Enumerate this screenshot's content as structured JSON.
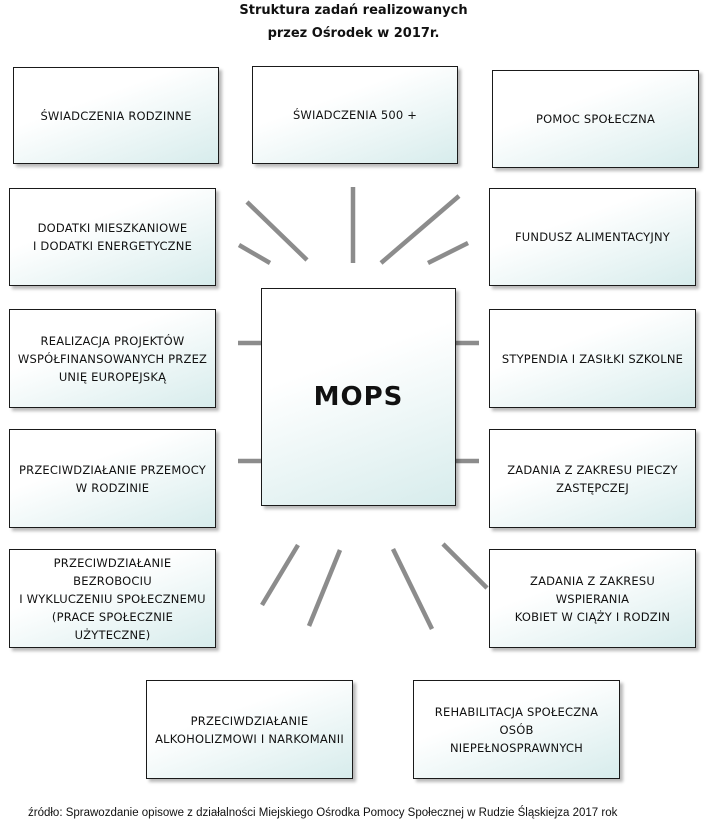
{
  "title": {
    "line1": "Struktura zadań realizowanych",
    "line2": "przez Ośrodek w 2017r."
  },
  "center": "MOPS",
  "boxes": {
    "swiadczenia_rodzinne": "ŚWIADCZENIA RODZINNE",
    "swiadczenia_500": "ŚWIADCZENIA 500 +",
    "pomoc_spoleczna": "POMOC SPOŁECZNA",
    "dodatki": "DODATKI MIESZKANIOWE\nI DODATKI ENERGETYCZNE",
    "fundusz": "FUNDUSZ ALIMENTACYJNY",
    "projekty_ue": "REALIZACJA PROJEKTÓW\nWSPÓŁFINANSOWANYCH PRZEZ\nUNIĘ EUROPEJSKĄ",
    "stypendia": "STYPENDIA I ZASIŁKI SZKOLNE",
    "przemoc": "PRZECIWDZIAŁANIE PRZEMOCY\nW RODZINIE",
    "piecza": "ZADANIA Z ZAKRESU PIECZY\nZASTĘPCZEJ",
    "bezrobocie": "PRZECIWDZIAŁANIE BEZROBOCIU\nI WYKLUCZENIU SPOŁECZNEMU\n(PRACE SPOŁECZNIE UŻYTECZNE)",
    "ciaza": "ZADANIA Z ZAKRESU WSPIERANIA\nKOBIET W CIĄŻY I RODZIN",
    "alkoholizm": "PRZECIWDZIAŁANIE\nALKOHOLIZMOWI I NARKOMANII",
    "rehabilitacja": "REHABILITACJA SPOŁECZNA OSÓB\nNIEPEŁNOSPRAWNYCH"
  },
  "source": "źródło: Sprawozdanie opisowe z działalności Miejskiego Ośrodka Pomocy Społecznej w Rudzie Śląskiejza 2017 rok",
  "colors": {
    "box_gradient_end": "#d7ecec",
    "ray": "#8c8c8c",
    "border": "#1a1a1a"
  }
}
